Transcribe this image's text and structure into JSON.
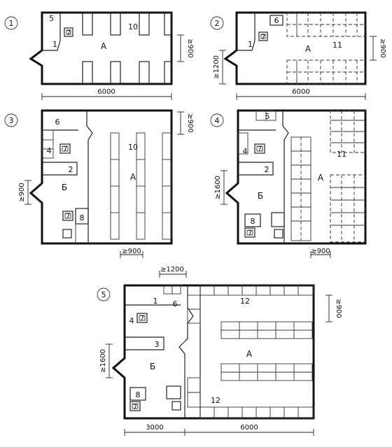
{
  "plans": [
    {
      "number": "1",
      "labels": {
        "hall": "A",
        "item_1": "1",
        "item_5": "5",
        "item_7": "7",
        "item_10": "10"
      },
      "dims": {
        "width": "6000",
        "side": "≥900"
      }
    },
    {
      "number": "2",
      "labels": {
        "hall": "A",
        "item_1": "1",
        "item_6": "6",
        "item_7": "7",
        "item_11": "11"
      },
      "dims": {
        "width": "6000",
        "side_right": "≥900",
        "side_left": "≥1200"
      }
    },
    {
      "number": "3",
      "labels": {
        "hall": "A",
        "zone_b": "Б",
        "item_2": "2",
        "item_4": "4",
        "item_6": "6",
        "item_7a": "7",
        "item_7b": "7",
        "item_8": "8",
        "item_10": "10"
      },
      "dims": {
        "side_right": "≥900",
        "side_left": "≥900",
        "bottom": "≥900"
      }
    },
    {
      "number": "4",
      "labels": {
        "hall": "A",
        "zone_b": "Б",
        "item_2": "2",
        "item_4": "4",
        "item_5": "5",
        "item_7a": "7",
        "item_7b": "7",
        "item_8": "8",
        "item_11": "11"
      },
      "dims": {
        "side_left": "≥1600",
        "bottom": "≥900"
      }
    },
    {
      "number": "5",
      "labels": {
        "hall": "A",
        "zone_b": "Б",
        "item_1": "1",
        "item_3": "3",
        "item_4": "4",
        "item_6": "6",
        "item_7a": "7",
        "item_7b": "7",
        "item_8": "8",
        "item_12a": "12",
        "item_12b": "12"
      },
      "dims": {
        "top": "≥1200",
        "side_right": "≥900",
        "side_left": "≥1600",
        "bottom_left": "3000",
        "bottom_right": "6000"
      }
    }
  ]
}
